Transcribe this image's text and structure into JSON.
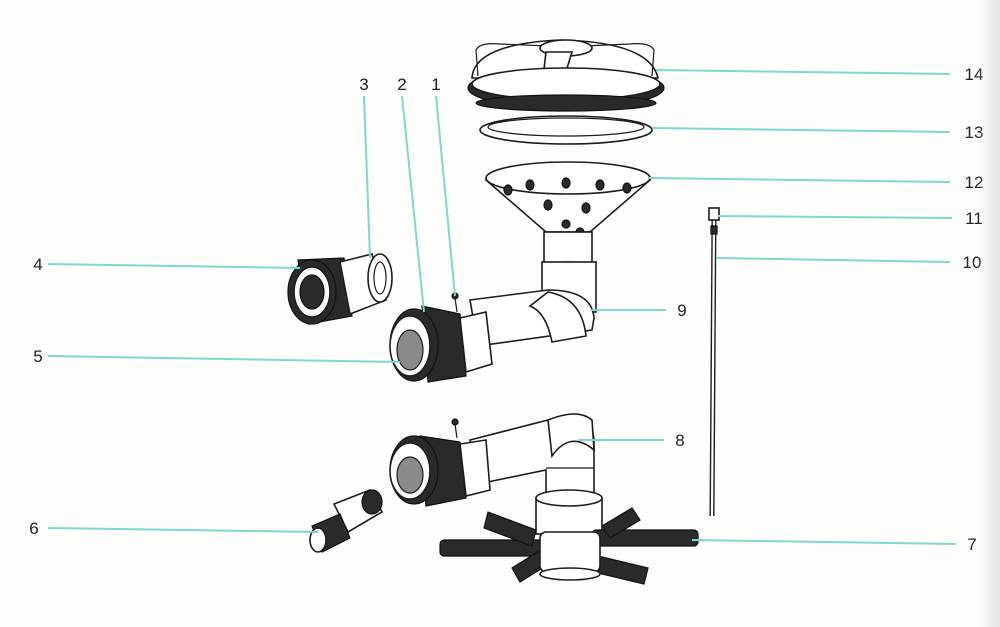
{
  "diagram": {
    "leader_color": "#7fd6cc",
    "callouts": [
      {
        "label": "1"
      },
      {
        "label": "2"
      },
      {
        "label": "3"
      },
      {
        "label": "4"
      },
      {
        "label": "5"
      },
      {
        "label": "6"
      },
      {
        "label": "7"
      },
      {
        "label": "8"
      },
      {
        "label": "9"
      },
      {
        "label": "10"
      },
      {
        "label": "11"
      },
      {
        "label": "12"
      },
      {
        "label": "13"
      },
      {
        "label": "14"
      }
    ]
  }
}
